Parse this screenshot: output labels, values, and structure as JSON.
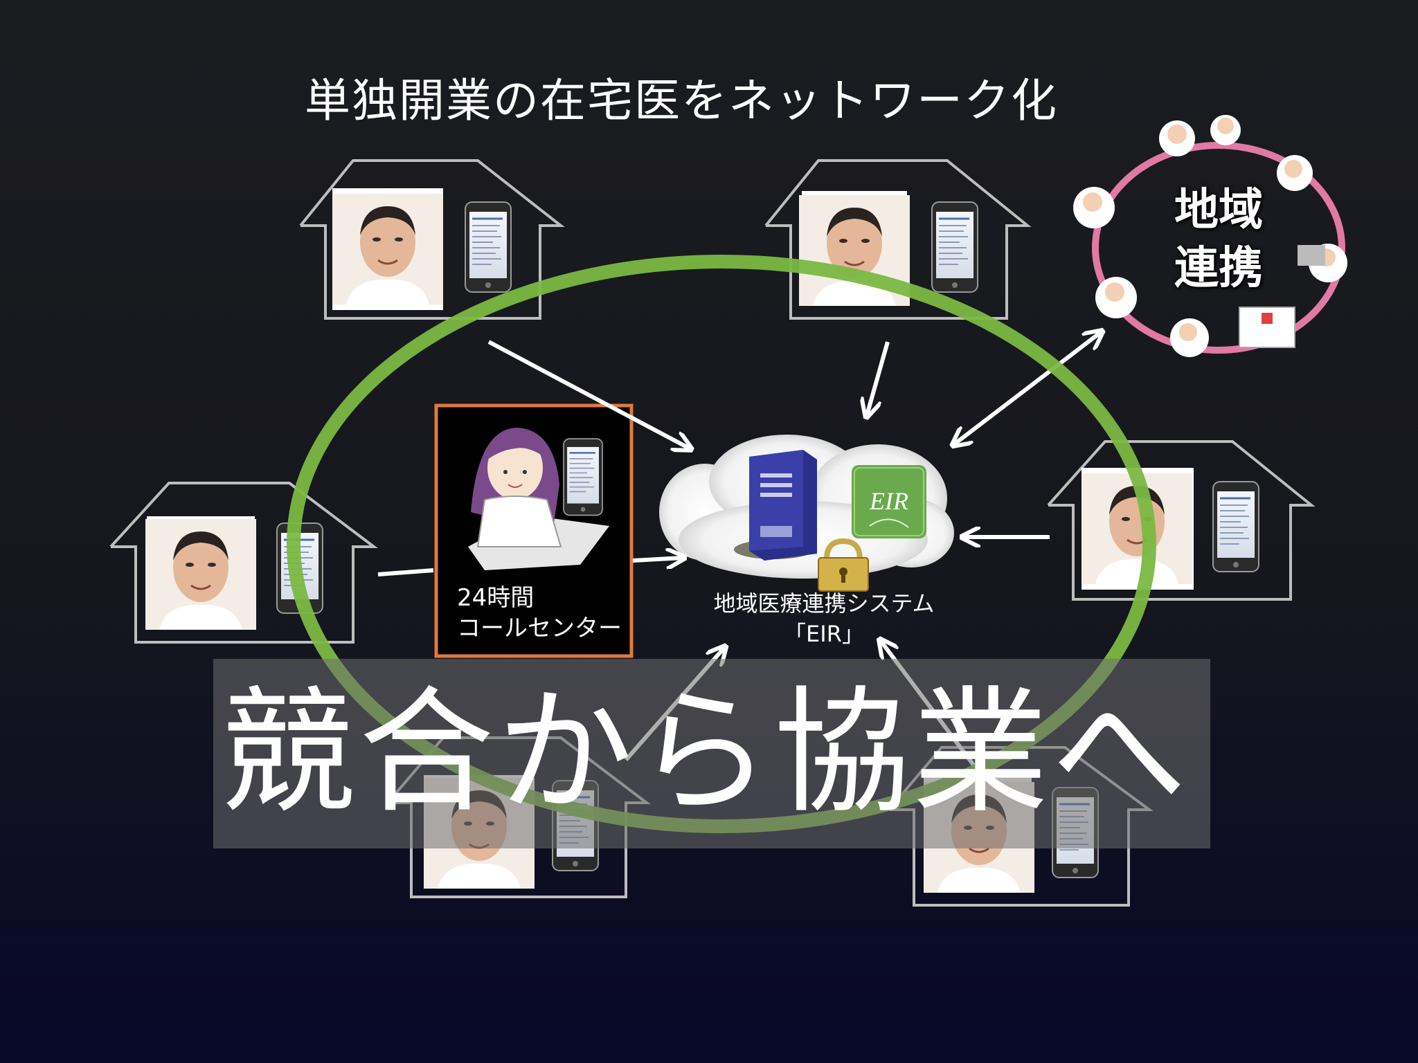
{
  "slide": {
    "title": "単独開業の在宅医をネットワーク化",
    "call_center": {
      "line1": "24時間",
      "line2": "コールセンター"
    },
    "system": {
      "line1": "地域医療連携システム",
      "line2": "「EIR」",
      "logo_text": "EIR"
    },
    "region": {
      "line1": "地域",
      "line2": "連携"
    },
    "banner": "競合から協業へ"
  },
  "colors": {
    "ellipse": "#7ab842",
    "callcenter_border": "#e07a3f",
    "region_ring": "#e07aa4",
    "house_outline": "#bdbdbd",
    "banner_bg": "#6e6e6e",
    "eir_logo": "#6aaa4c"
  },
  "icons": [
    "house-outline-icon",
    "doctor-photo-icon",
    "smartphone-icon",
    "operator-icon",
    "server-icon",
    "padlock-icon",
    "cloud-icon",
    "eir-logo-icon",
    "region-cartoon-icon"
  ]
}
